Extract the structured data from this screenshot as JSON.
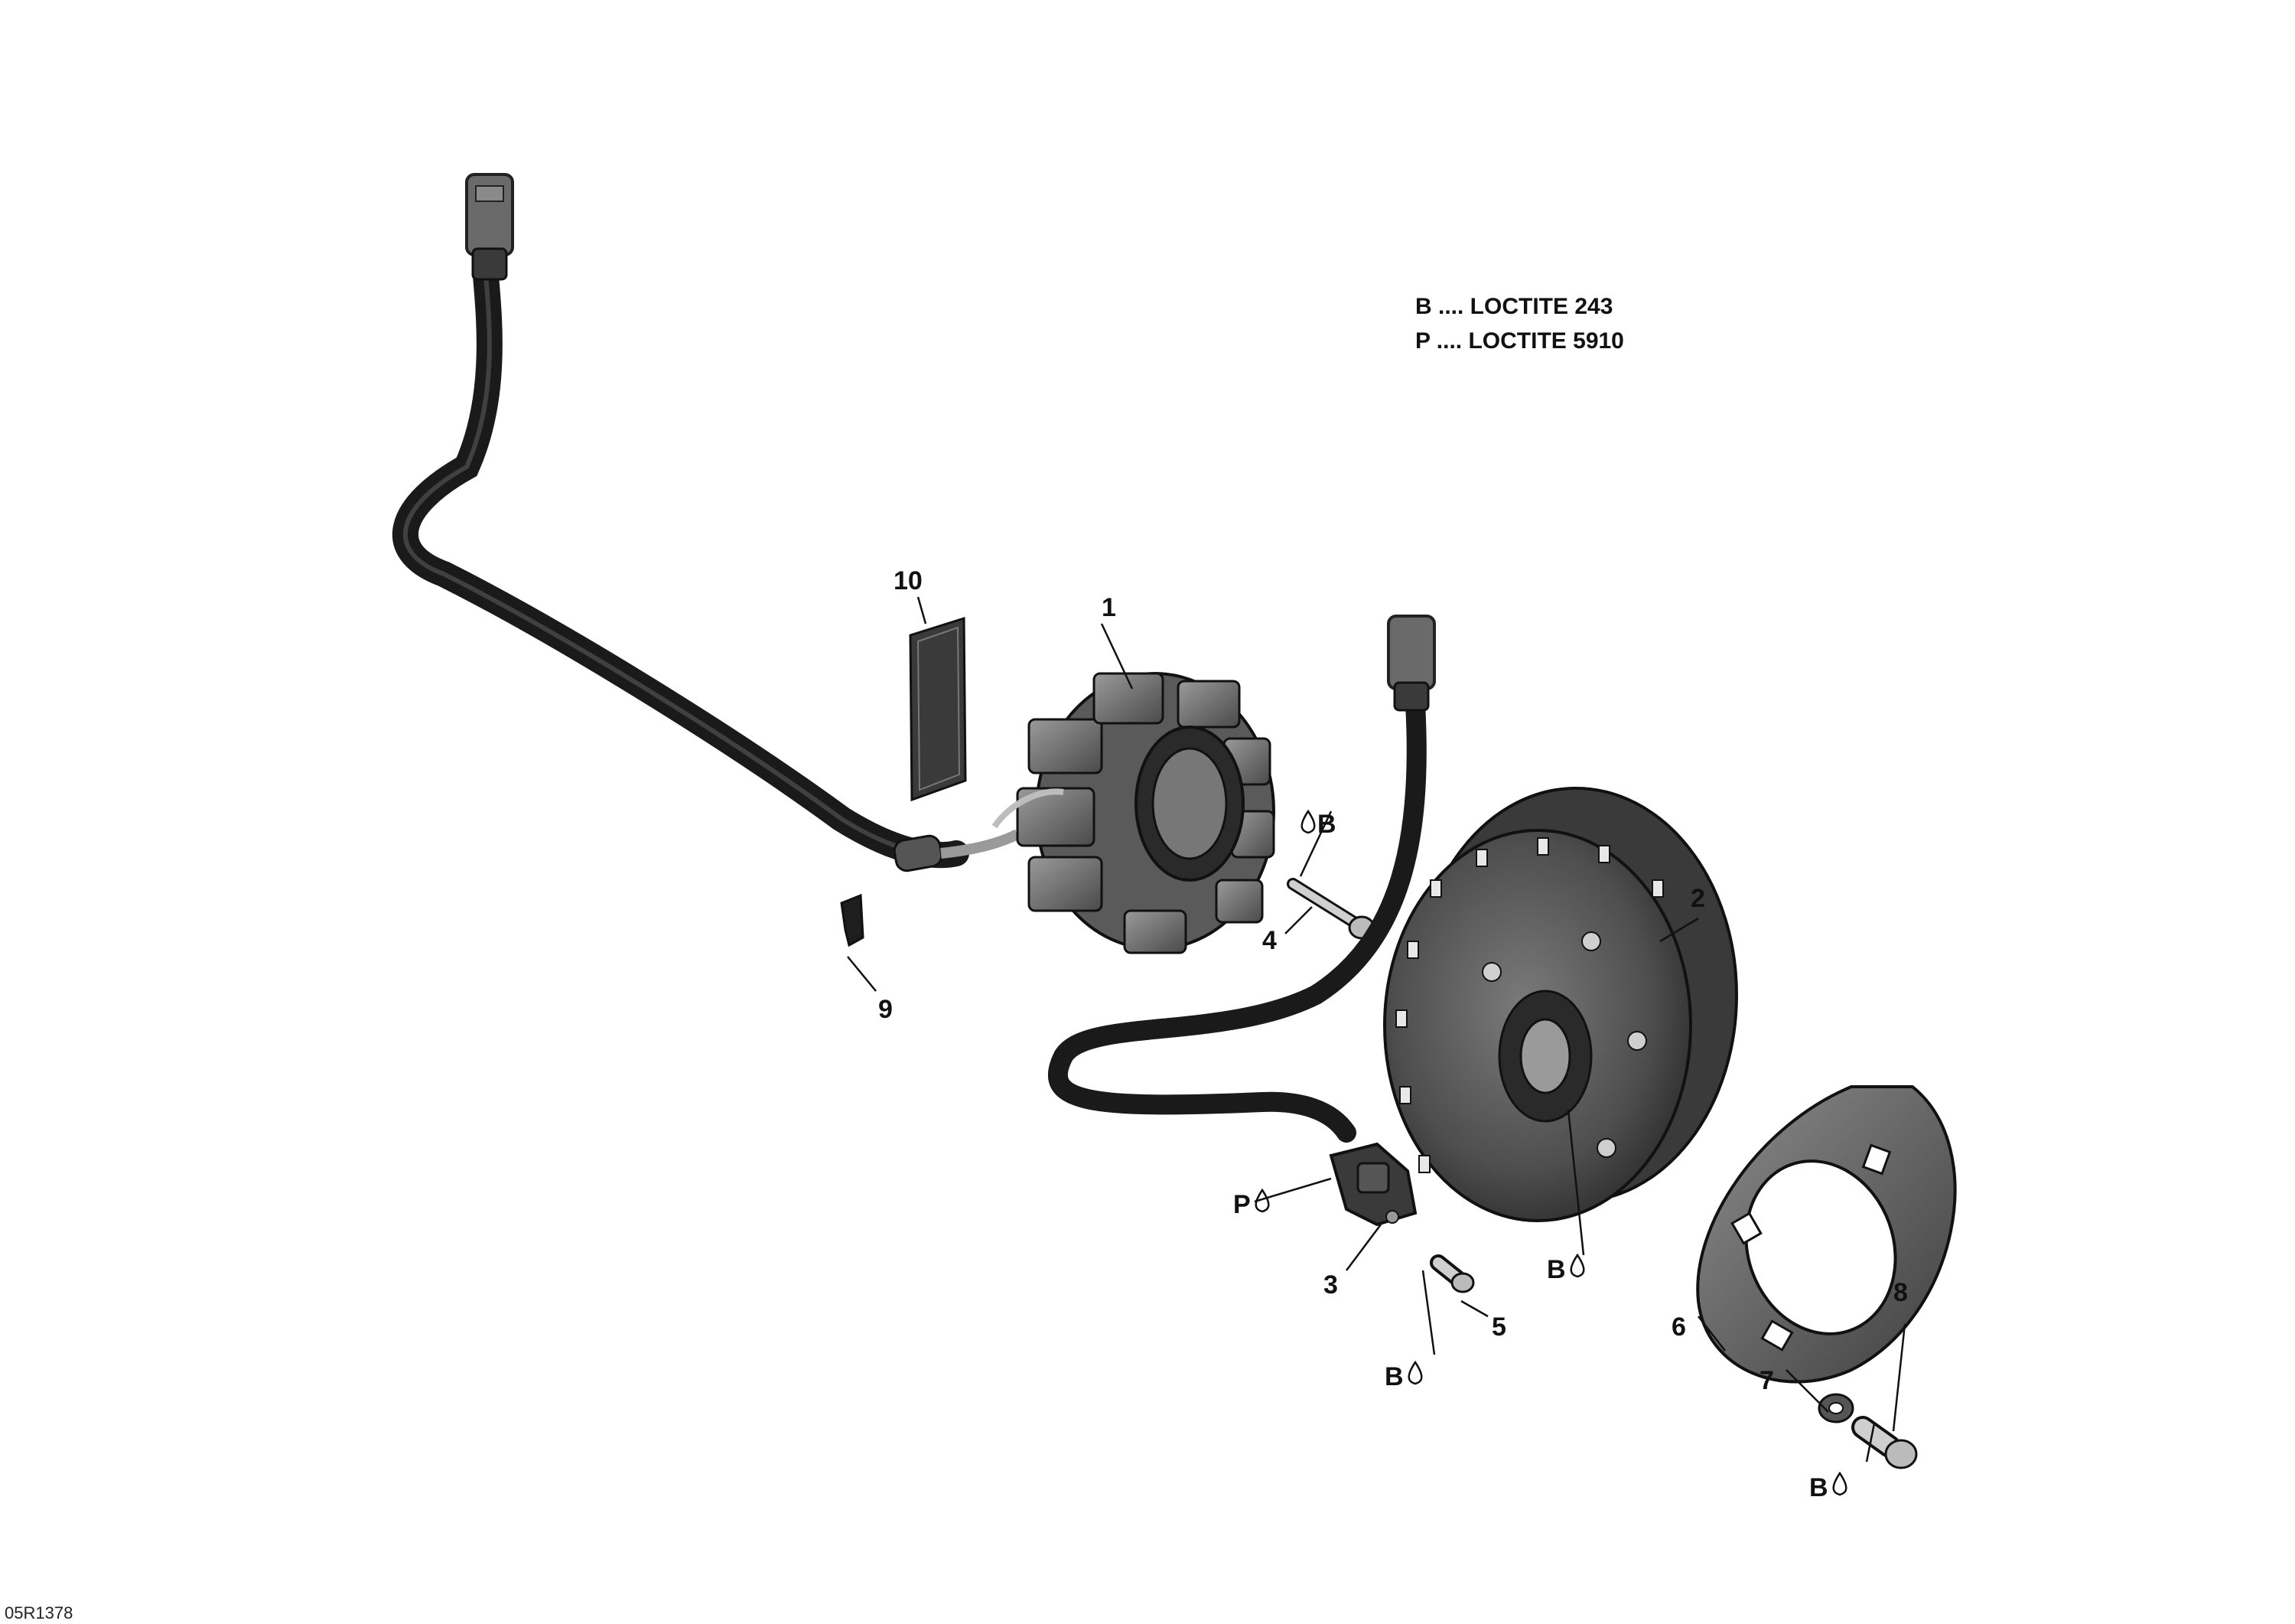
{
  "legend": [
    {
      "code": "B",
      "text": "B .... LOCTITE 243"
    },
    {
      "code": "P",
      "text": "P .... LOCTITE 5910"
    }
  ],
  "callouts": {
    "stator": "1",
    "rotor": "2",
    "trigger_sensor": "3",
    "stator_screw": "4",
    "sensor_screw": "5",
    "trigger_wheel": "6",
    "washer": "7",
    "rotor_screw": "8",
    "grommet": "9",
    "label": "10"
  },
  "adhesive_marks": {
    "stator_screw": "B",
    "sensor": "P",
    "sensor_screw": "B",
    "rotor_center": "B",
    "rotor_screw": "B"
  },
  "reference_code": "05R1378"
}
